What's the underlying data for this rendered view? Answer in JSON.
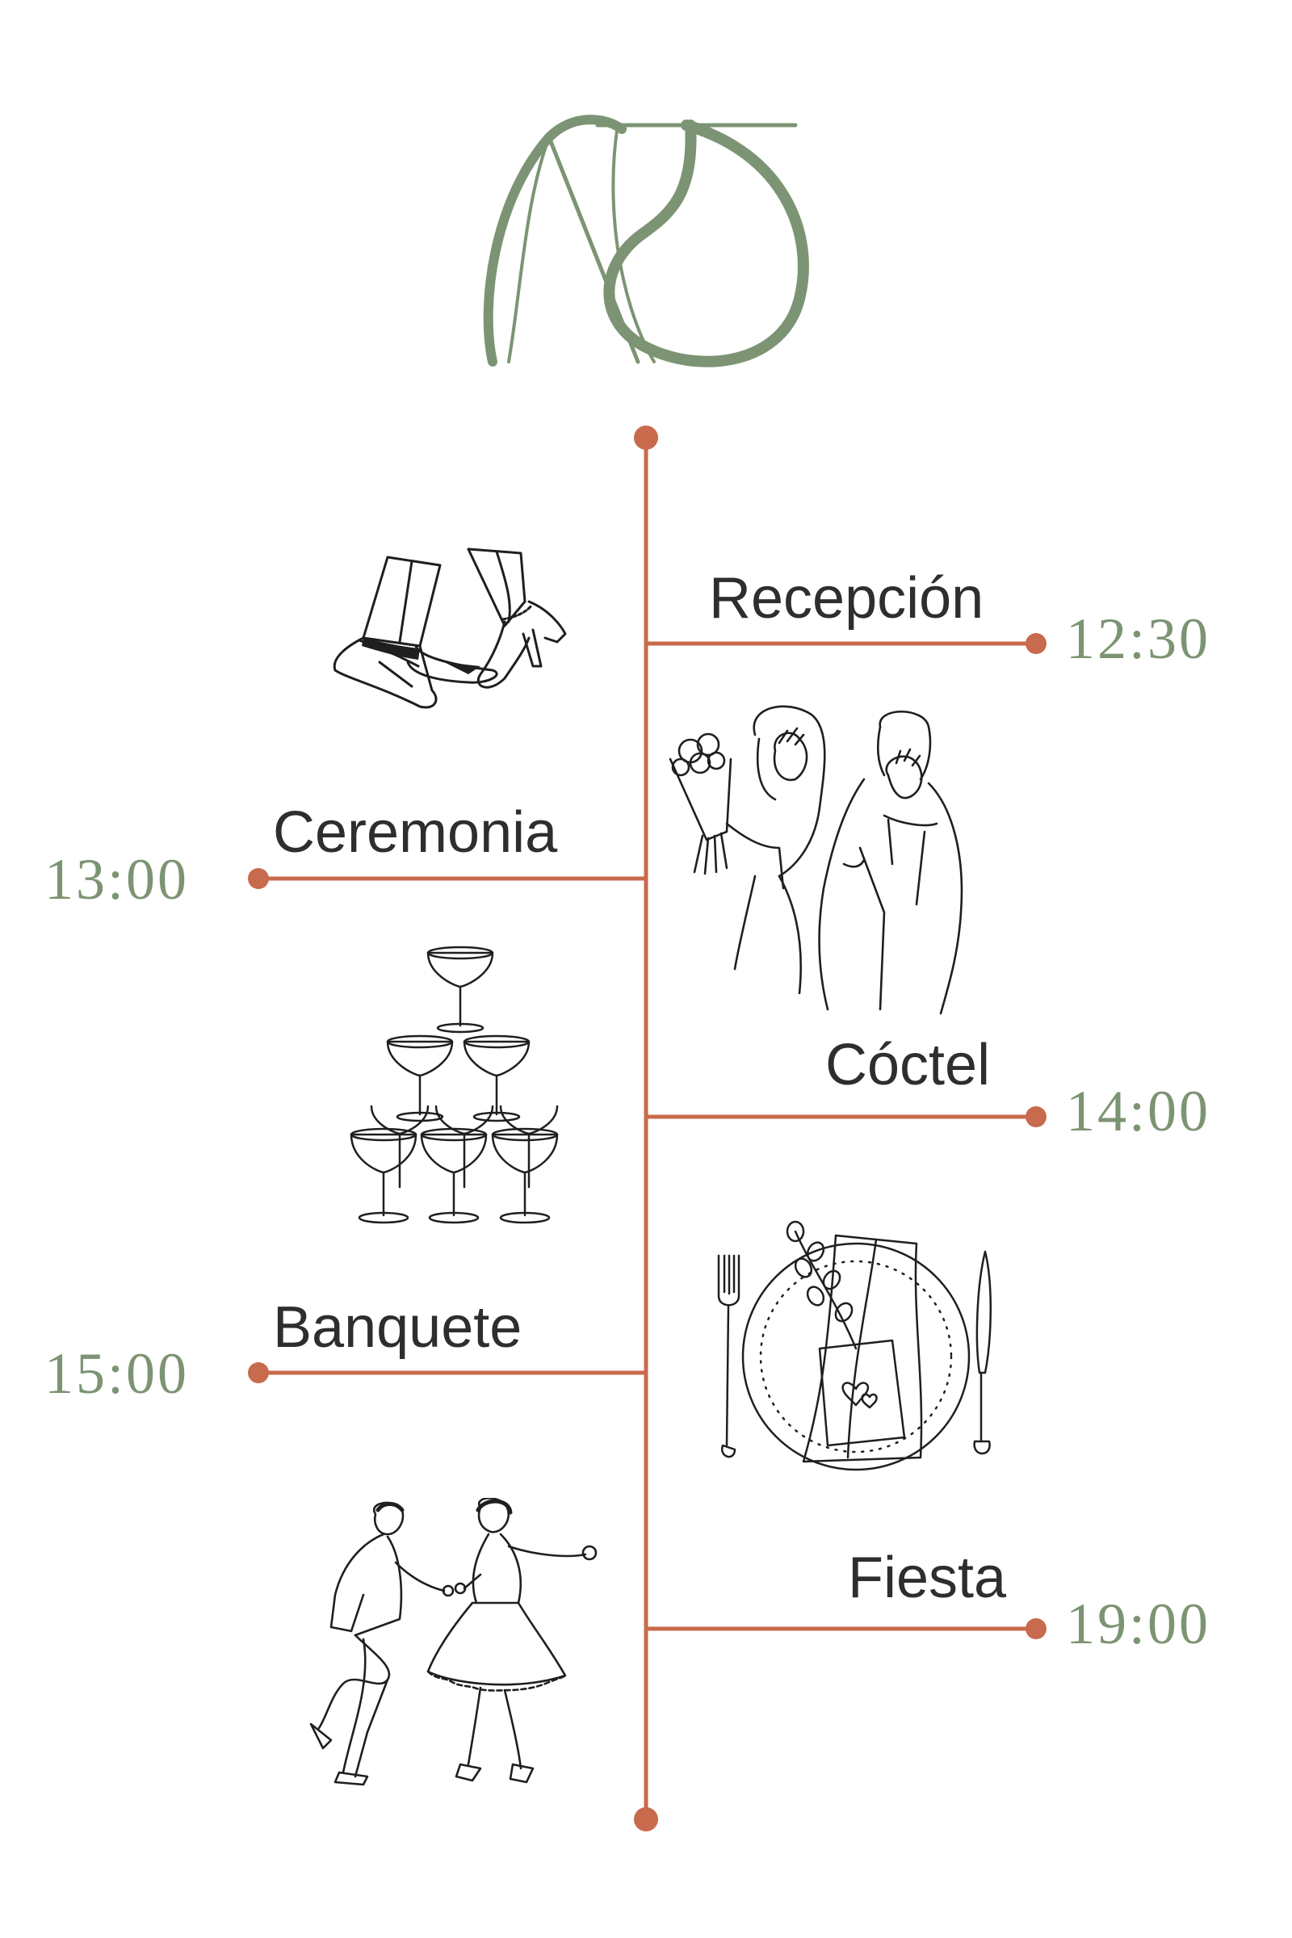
{
  "colors": {
    "accent_line": "#c86a4c",
    "monogram_green": "#7c9473",
    "time_green": "#7c9473",
    "text_dark": "#2e2e2e",
    "illustration_ink": "#1f1f1f"
  },
  "monogram": {
    "letters": "NS"
  },
  "events": [
    {
      "label": "Recepción",
      "time": "12:30",
      "illustration": "dancing-feet-illustration"
    },
    {
      "label": "Ceremonia",
      "time": "13:00",
      "illustration": "couple-with-bouquet-illustration"
    },
    {
      "label": "Cóctel",
      "time": "14:00",
      "illustration": "champagne-tower-illustration"
    },
    {
      "label": "Banquete",
      "time": "15:00",
      "illustration": "place-setting-illustration"
    },
    {
      "label": "Fiesta",
      "time": "19:00",
      "illustration": "dancing-couple-illustration"
    }
  ]
}
